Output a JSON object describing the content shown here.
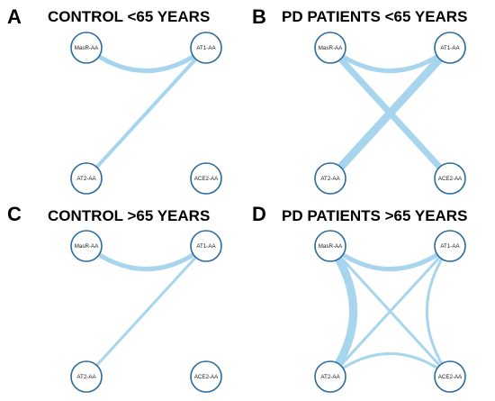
{
  "colors": {
    "node_stroke": "#2b6a9e",
    "edge": "#a7d5ee",
    "text": "#000000"
  },
  "panels": [
    {
      "letter": "A",
      "title": "CONTROL <65 YEARS",
      "nodes": {
        "tl": "MasR-AA",
        "tr": "AT1-AA",
        "bl": "AT2-AA",
        "br": "ACE2-AA"
      },
      "edges": [
        {
          "from": "tl",
          "to": "tr",
          "weight": 5
        },
        {
          "from": "tr",
          "to": "bl",
          "weight": 4
        }
      ]
    },
    {
      "letter": "B",
      "title": "PD PATIENTS <65 YEARS",
      "nodes": {
        "tl": "MasR-AA",
        "tr": "AT1-AA",
        "bl": "AT2-AA",
        "br": "ACE2-AA"
      },
      "edges": [
        {
          "from": "tl",
          "to": "tr",
          "weight": 5
        },
        {
          "from": "tl",
          "to": "br",
          "weight": 7
        },
        {
          "from": "tr",
          "to": "bl",
          "weight": 9
        }
      ]
    },
    {
      "letter": "C",
      "title": "CONTROL >65 YEARS",
      "nodes": {
        "tl": "MasR-AA",
        "tr": "AT1-AA",
        "bl": "AT2-AA",
        "br": "ACE2-AA"
      },
      "edges": [
        {
          "from": "tl",
          "to": "tr",
          "weight": 5
        },
        {
          "from": "tr",
          "to": "bl",
          "weight": 3
        }
      ]
    },
    {
      "letter": "D",
      "title": "PD PATIENTS >65 YEARS",
      "nodes": {
        "tl": "MasR-AA",
        "tr": "AT1-AA",
        "bl": "AT2-AA",
        "br": "ACE2-AA"
      },
      "edges": [
        {
          "from": "tl",
          "to": "tr",
          "weight": 5
        },
        {
          "from": "tl",
          "to": "bl",
          "weight": 9
        },
        {
          "from": "tl",
          "to": "br",
          "weight": 3
        },
        {
          "from": "tr",
          "to": "bl",
          "weight": 3
        },
        {
          "from": "tr",
          "to": "br",
          "weight": 3
        },
        {
          "from": "bl",
          "to": "br",
          "weight": 3
        }
      ]
    }
  ]
}
